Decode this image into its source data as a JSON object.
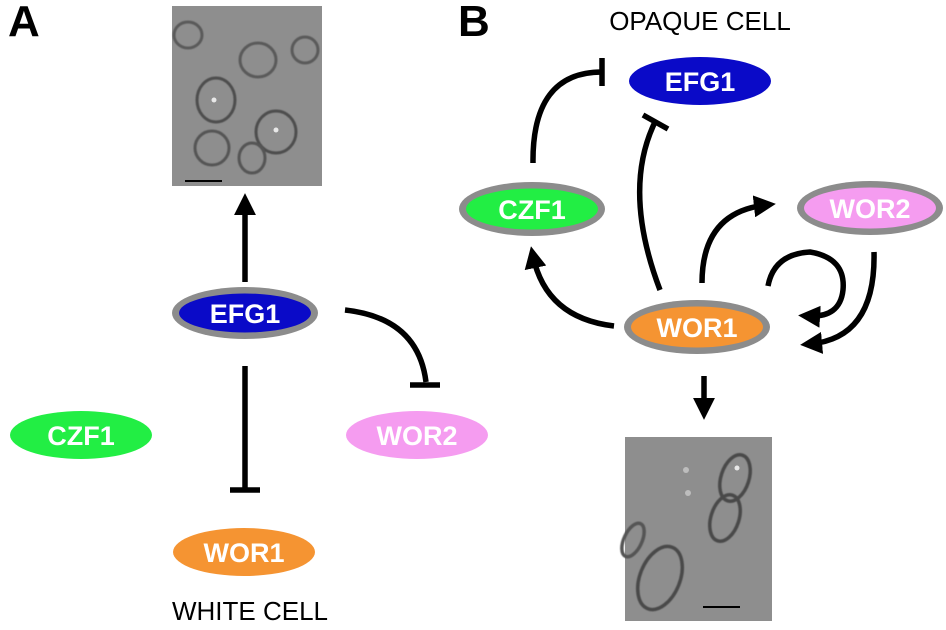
{
  "panels": {
    "a": {
      "letter": "A",
      "caption": "WHITE CELL"
    },
    "b": {
      "letter": "B",
      "caption": "OPAQUE CELL"
    }
  },
  "genes": {
    "a": {
      "efg1": "EFG1",
      "czf1": "CZF1",
      "wor2": "WOR2",
      "wor1": "WOR1"
    },
    "b": {
      "efg1": "EFG1",
      "czf1": "CZF1",
      "wor2": "WOR2",
      "wor1": "WOR1"
    }
  },
  "colors": {
    "efg1": "#0a0ac8",
    "czf1": "#22ee44",
    "wor2": "#f59cf0",
    "wor1": "#f59432",
    "outline": "#8c8c8c",
    "micrograph_bg": "#8e8e8e"
  },
  "relations": [
    {
      "panel": "A",
      "from": "EFG1",
      "to": "white cell",
      "type": "activation"
    },
    {
      "panel": "A",
      "from": "EFG1",
      "to": "WOR2",
      "type": "inhibition"
    },
    {
      "panel": "A",
      "from": "EFG1",
      "to": "WOR1",
      "type": "inhibition"
    },
    {
      "panel": "B",
      "from": "CZF1",
      "to": "EFG1",
      "type": "inhibition"
    },
    {
      "panel": "B",
      "from": "WOR1",
      "to": "EFG1",
      "type": "inhibition"
    },
    {
      "panel": "B",
      "from": "WOR1",
      "to": "CZF1",
      "type": "activation"
    },
    {
      "panel": "B",
      "from": "WOR1",
      "to": "WOR2",
      "type": "activation"
    },
    {
      "panel": "B",
      "from": "WOR2",
      "to": "WOR1",
      "type": "activation"
    },
    {
      "panel": "B",
      "from": "WOR1",
      "to": "WOR1",
      "type": "activation"
    },
    {
      "panel": "B",
      "from": "WOR1",
      "to": "opaque cell",
      "type": "activation"
    }
  ]
}
